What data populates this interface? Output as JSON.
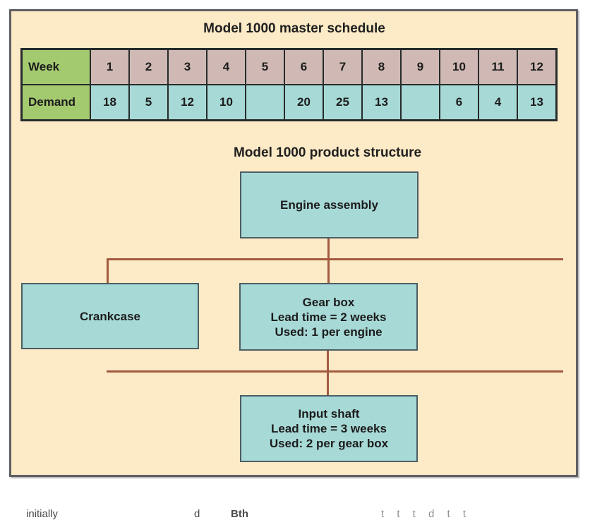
{
  "titles": {
    "schedule": "Model 1000 master schedule",
    "structure": "Model 1000 product structure"
  },
  "schedule_table": {
    "row_headers": {
      "week": "Week",
      "demand": "Demand"
    },
    "weeks": [
      "1",
      "2",
      "3",
      "4",
      "5",
      "6",
      "7",
      "8",
      "9",
      "10",
      "11",
      "12"
    ],
    "demand": [
      "18",
      "5",
      "12",
      "10",
      "",
      "20",
      "25",
      "13",
      "",
      "6",
      "4",
      "13"
    ]
  },
  "structure": {
    "engine": {
      "name": "Engine assembly"
    },
    "crankcase": {
      "name": "Crankcase"
    },
    "gearbox": {
      "name": "Gear box",
      "lead_time": "Lead time = 2 weeks",
      "usage": "Used: 1 per engine"
    },
    "input_shaft": {
      "name": "Input shaft",
      "lead_time": "Lead time = 3 weeks",
      "usage": "Used: 2 per gear box"
    }
  },
  "cropped_bottom_text": {
    "frag_1": "initially",
    "frag_2": "d",
    "frag_3": "Bth",
    "frag_4": "t t t d t t"
  },
  "colors": {
    "panel_bg": "#fdeac6",
    "header_green": "#a4ca70",
    "week_mauve": "#d0b9b4",
    "cell_cyan": "#a7d9d6",
    "connector_line": "#a25a40",
    "table_border": "#262b2b"
  }
}
